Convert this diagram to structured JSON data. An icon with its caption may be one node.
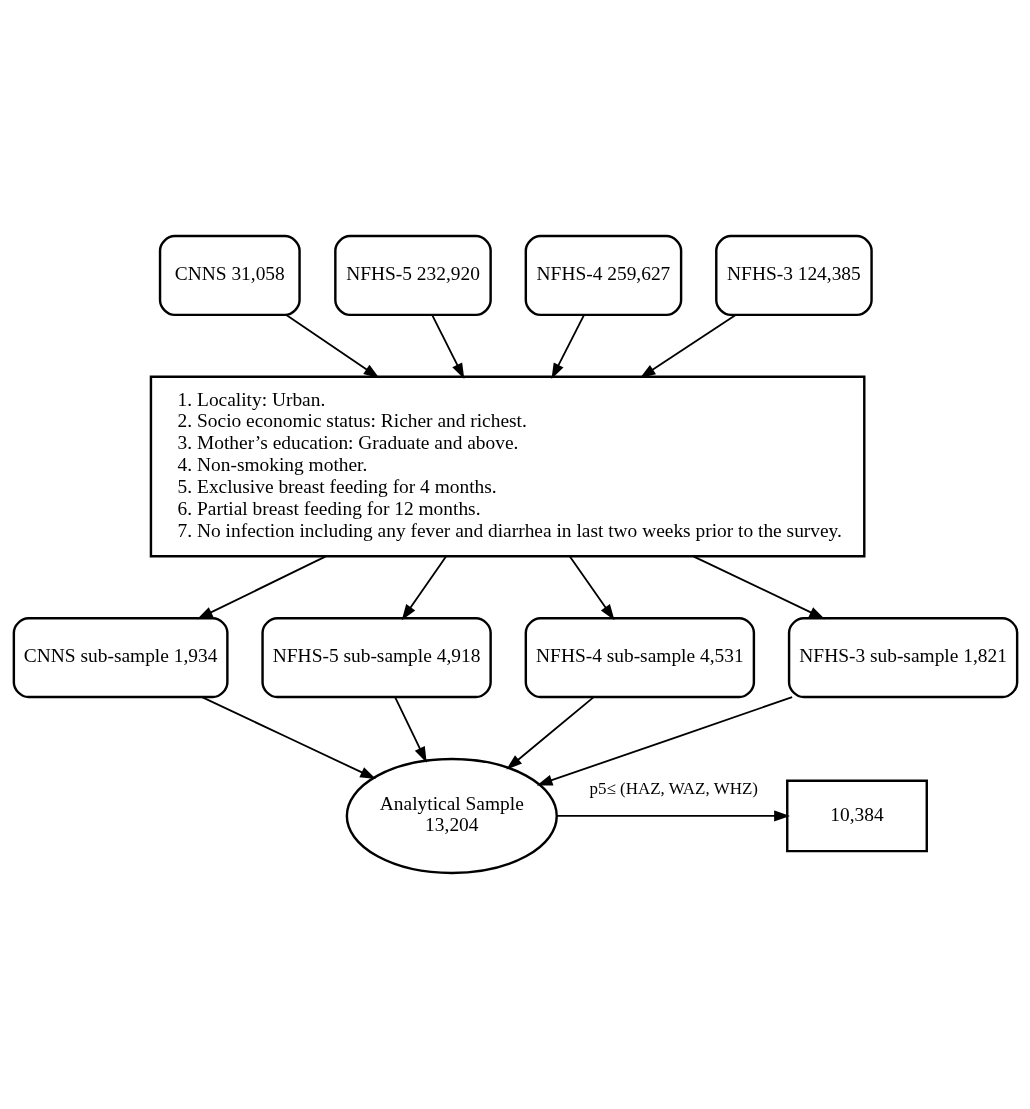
{
  "diagram": {
    "nodes": [
      {
        "text": [
          "CNNS 31,058"
        ]
      },
      {
        "text": [
          "NFHS-5 232,920"
        ]
      },
      {
        "text": [
          "NFHS-4 259,627"
        ]
      },
      {
        "text": [
          "NFHS-3 124,385"
        ]
      },
      {
        "text": [
          "1. Locality: Urban.",
          "2. Socio economic status: Richer and richest.",
          "3. Mother’s education: Graduate and above.",
          "4. Non-smoking mother.",
          "5. Exclusive breast feeding for 4 months.",
          "6. Partial breast feeding for 12 months.",
          "7. No infection including any fever and diarrhea in last two weeks prior to the survey."
        ]
      },
      {
        "text": [
          "CNNS sub-sample 1,934"
        ]
      },
      {
        "text": [
          "NFHS-5 sub-sample 4,918"
        ]
      },
      {
        "text": [
          "NFHS-4 sub-sample 4,531"
        ]
      },
      {
        "text": [
          "NFHS-3 sub-sample 1,821"
        ]
      },
      {
        "text": [
          "Analytical Sample",
          "13,204"
        ]
      },
      {
        "text": [
          "10,384"
        ]
      }
    ],
    "edges": [
      {
        "from": 0,
        "to": 4,
        "arrow": "to"
      },
      {
        "from": 1,
        "to": 4,
        "arrow": "to"
      },
      {
        "from": 2,
        "to": 4,
        "arrow": "to"
      },
      {
        "from": 3,
        "to": 4,
        "arrow": "to"
      },
      {
        "from": 4,
        "to": 5,
        "arrow": "to"
      },
      {
        "from": 4,
        "to": 6,
        "arrow": "to"
      },
      {
        "from": 4,
        "to": 7,
        "arrow": "to"
      },
      {
        "from": 4,
        "to": 8,
        "arrow": "to"
      },
      {
        "from": 5,
        "to": 9,
        "arrow": "to"
      },
      {
        "from": 6,
        "to": 9,
        "arrow": "to"
      },
      {
        "from": 7,
        "to": 9,
        "arrow": "to"
      },
      {
        "from": 8,
        "to": 9,
        "arrow": "to"
      },
      {
        "from": 9,
        "to": 10,
        "arrow": "to",
        "label": "p5≤ (HAZ, WAZ, WHZ)"
      }
    ]
  }
}
